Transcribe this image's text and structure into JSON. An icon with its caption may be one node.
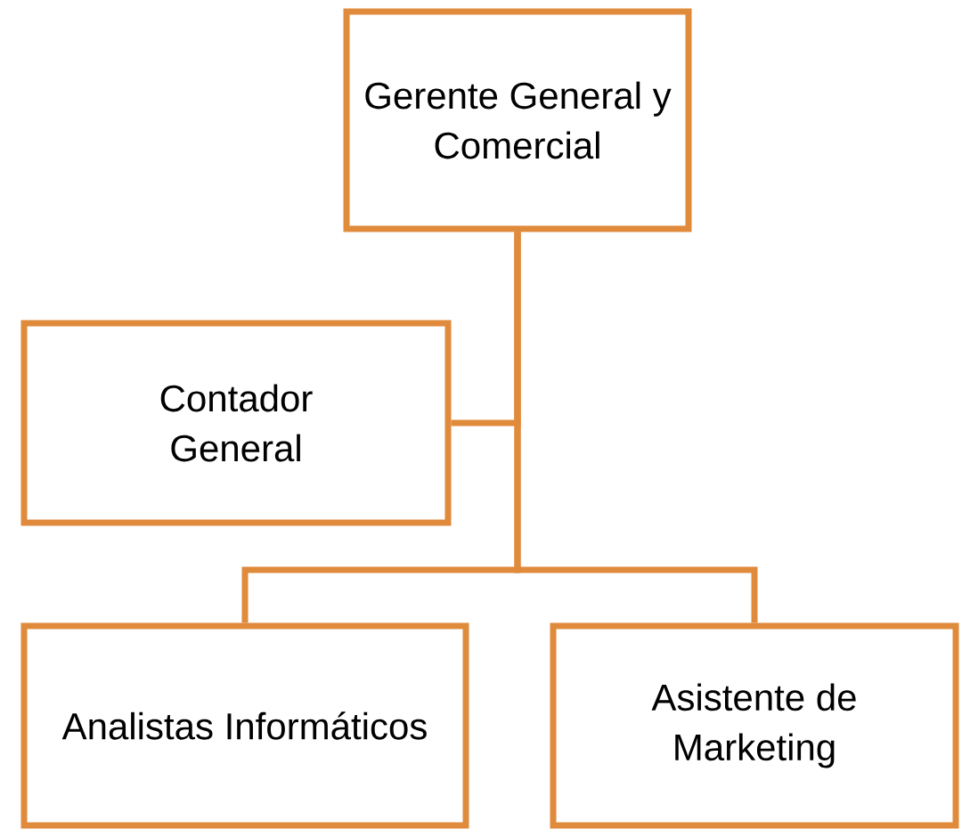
{
  "diagram": {
    "nodes": [
      {
        "text": [
          "Gerente General y Comercial"
        ]
      },
      {
        "text": [
          "Contador General"
        ]
      },
      {
        "text": [
          "Analistas Informáticos"
        ]
      },
      {
        "text": [
          "Asistente de Marketing"
        ]
      }
    ],
    "edges": [
      {
        "from": 0,
        "to": 1,
        "arrow": "none"
      },
      {
        "from": 0,
        "to": 2,
        "arrow": "none"
      },
      {
        "from": 0,
        "to": 3,
        "arrow": "none"
      }
    ]
  }
}
